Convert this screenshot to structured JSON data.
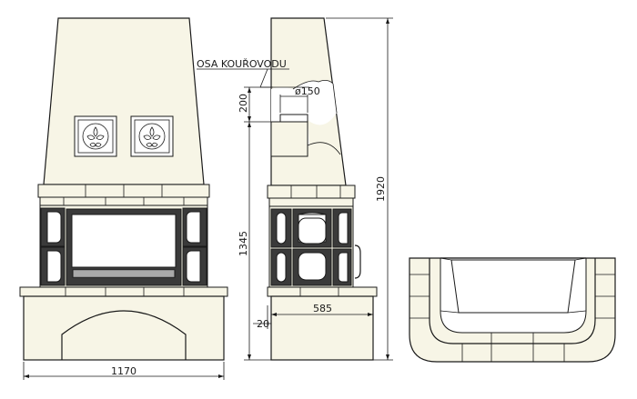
{
  "labels": {
    "flue_axis": "OSA KOUŘOVODU",
    "pipe_diameter": "ø150",
    "dim_200": "200",
    "dim_1345": "1345",
    "dim_1920": "1920",
    "dim_585": "585",
    "dim_20": "20",
    "dim_1170": "1170"
  }
}
